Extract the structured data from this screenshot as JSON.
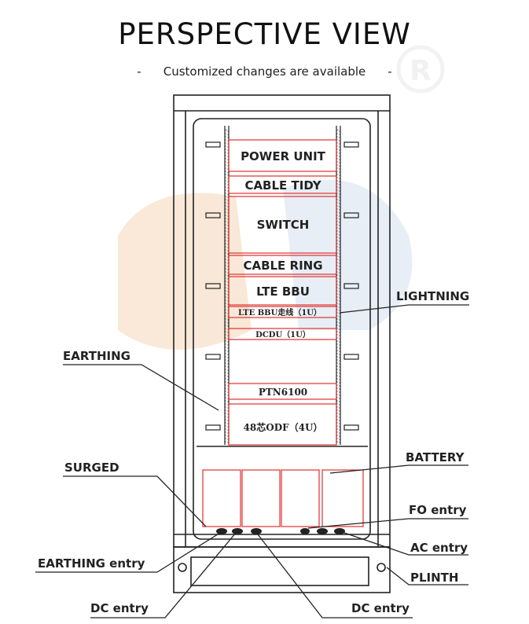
{
  "title": "PERSPECTIVE VIEW",
  "subtitle": {
    "left_dash": "-",
    "text": "Customized changes are available",
    "right_dash": "-"
  },
  "watermark": {
    "registered_mark": "R"
  },
  "rack_units": {
    "power_unit": "POWER UNIT",
    "cable_tidy": "CABLE TIDY",
    "switch": "SWITCH",
    "cable_ring": "CABLE RING",
    "lte_bbu": "LTE BBU",
    "lte_bbu_wiring": "LTE BBU走线（1U）",
    "dcdu": "DCDU（1U）",
    "ptn": "PTN6100",
    "odf": "48芯ODF（4U）"
  },
  "callouts": {
    "lightning": "LIGHTNING",
    "earthing": "EARTHING",
    "battery": "BATTERY",
    "surged": "SURGED",
    "fo_entry": "FO entry",
    "ac_entry": "AC entry",
    "earthing_entry": "EARTHING entry",
    "plinth": "PLINTH",
    "dc_entry_left": "DC entry",
    "dc_entry_right": "DC entry"
  },
  "colors": {
    "line": "#222222",
    "unit_outline": "#e03030",
    "watermark_orange": "#f5d7b8",
    "watermark_blue": "#d6e0ef"
  }
}
